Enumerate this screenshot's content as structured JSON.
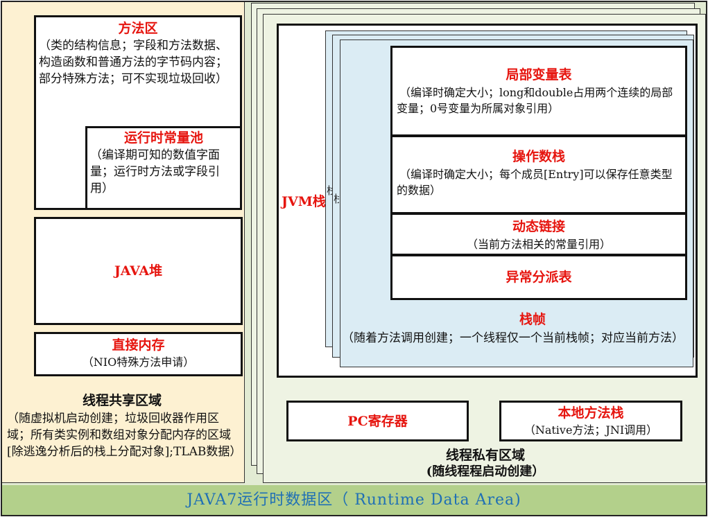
{
  "footer": {
    "title": "JAVA7运行时数据区（ Runtime Data Area)"
  },
  "shared": {
    "method_area": {
      "title": "方法区",
      "desc": "（类的结构信息；字段和方法数据、构造函数和普通方法的字节码内容；部分特殊方法；可不实现垃圾回收）"
    },
    "runtime_constant_pool": {
      "title": "运行时常量池",
      "desc": "（编译期可知的数值字面量；运行时方法或字段引用）"
    },
    "heap": {
      "title": "JAVA堆"
    },
    "direct_memory": {
      "title": "直接内存",
      "desc": "（NIO特殊方法申请）"
    },
    "label": {
      "title": "线程共享区域",
      "desc": "（随虚拟机启动创建；垃圾回收器作用区域；所有类实例和数组对象分配内存的区域[除逃逸分析后的栈上分配对象];TLAB数据）"
    }
  },
  "private": {
    "jvm_stack": {
      "title": "JVM栈",
      "behind_label": "栈",
      "behind_label2": "栈"
    },
    "local_vars": {
      "title": "局部变量表",
      "desc": "（编译时确定大小；long和double占用两个连续的局部变量；0号变量为所属对象引用）"
    },
    "operand_stack": {
      "title": "操作数栈",
      "desc": "（编译时确定大小；每个成员[Entry]可以保存任意类型的数据）"
    },
    "dynamic_link": {
      "title": "动态链接",
      "desc": "（当前方法相关的常量引用）"
    },
    "exception_table": {
      "title": "异常分派表"
    },
    "frame": {
      "title": "栈帧",
      "desc": "（随着方法调用创建；一个线程仅一个当前栈帧；对应当前方法）"
    },
    "pc_register": {
      "title": "PC寄存器"
    },
    "native_stack": {
      "title": "本地方法栈",
      "desc": "（Native方法；JNI调用）"
    },
    "label": {
      "title": "线程私有区域",
      "desc": "(随线程程启动创建）"
    }
  },
  "colors": {
    "outer_bg": "#e2ebd3",
    "shared_bg": "#fdf1d2",
    "private_bg": "#eef3e3",
    "frame_bg": "#dbecf4",
    "accent_red": "#e6150f",
    "footer_text": "#1f6fb5"
  }
}
